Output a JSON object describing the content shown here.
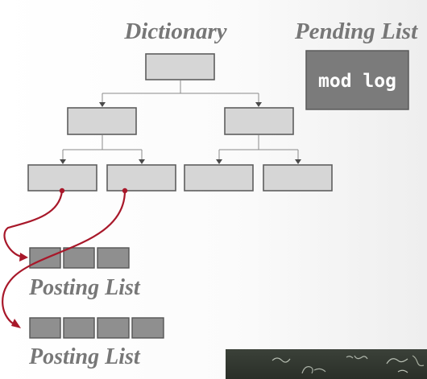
{
  "dictionary": {
    "title": "Dictionary"
  },
  "pending_list": {
    "title": "Pending List",
    "entry": "mod log"
  },
  "posting_lists": [
    {
      "label": "Posting List",
      "cell_count": 3
    },
    {
      "label": "Posting List",
      "cell_count": 4
    }
  ],
  "tree": {
    "root_count": 1,
    "inner_node_count": 2,
    "leaf_count": 4
  },
  "colors": {
    "node_fill": "#d6d6d6",
    "posting_cell_fill": "#8f8f8f",
    "pointer": "#a8182a",
    "pending_box": "#7b7b7b",
    "heading_text": "#777777"
  }
}
